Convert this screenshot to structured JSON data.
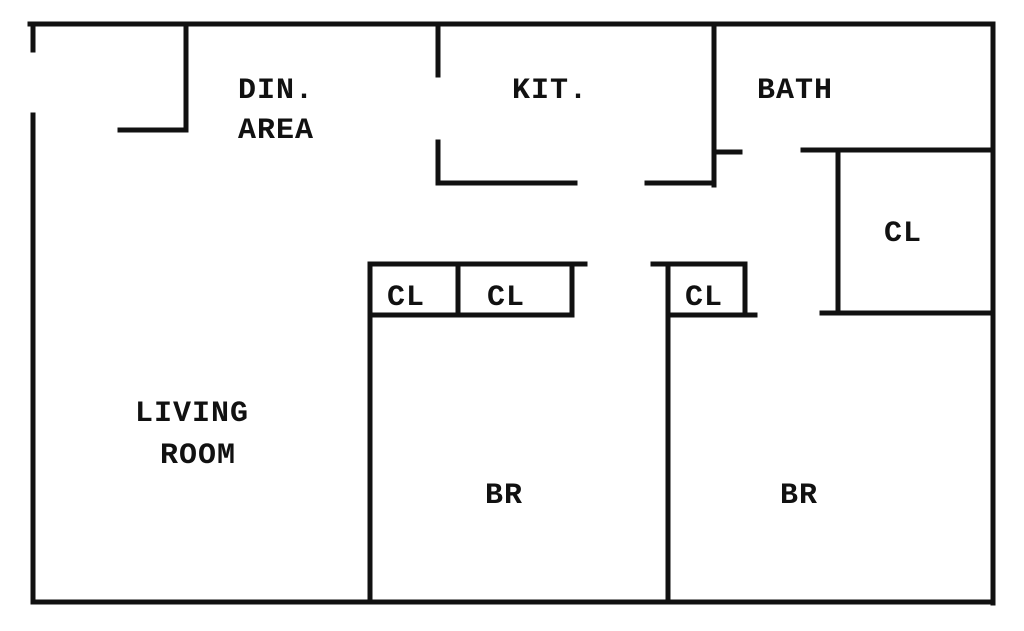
{
  "floor_plan": {
    "rooms": {
      "dining_line1": "DIN.",
      "dining_line2": "AREA",
      "kitchen": "KIT.",
      "bath": "BATH",
      "closet_bath": "CL",
      "closet_br1_left": "CL",
      "closet_br1_right": "CL",
      "closet_br2": "CL",
      "living_line1": "LIVING",
      "living_line2": "ROOM",
      "bedroom1": "BR",
      "bedroom2": "BR"
    },
    "colors": {
      "wall": "#111111",
      "background": "#ffffff"
    }
  }
}
